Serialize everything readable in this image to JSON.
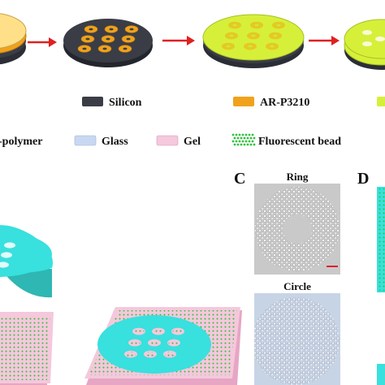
{
  "legend": {
    "silicon": "Silicon",
    "ar_p3210": "AR-P3210",
    "polymer": "-polymer",
    "glass": "Glass",
    "gel": "Gel",
    "bead": "Fluorescent bead"
  },
  "panels": {
    "c": {
      "letter": "C",
      "top_caption": "Ring",
      "bottom_caption": "Circle"
    },
    "d": {
      "letter": "D"
    }
  },
  "colors": {
    "silicon": "#3a3d46",
    "ar_p3210": "#f0a21c",
    "yellow_green": "#d6f03a",
    "glass": "#c9d8f2",
    "gel": "#f5c8dc",
    "bead": "#2fc23c",
    "cyan": "#38e0de",
    "arrow": "#e02020",
    "scale_bar": "#e0202a",
    "micrograph_top": "#c8c8c8",
    "micrograph_bottom": "#c7d4e6"
  },
  "icons": {
    "process_arrow": "red-right-arrow",
    "bead_swatch": "green-dot-grid"
  }
}
